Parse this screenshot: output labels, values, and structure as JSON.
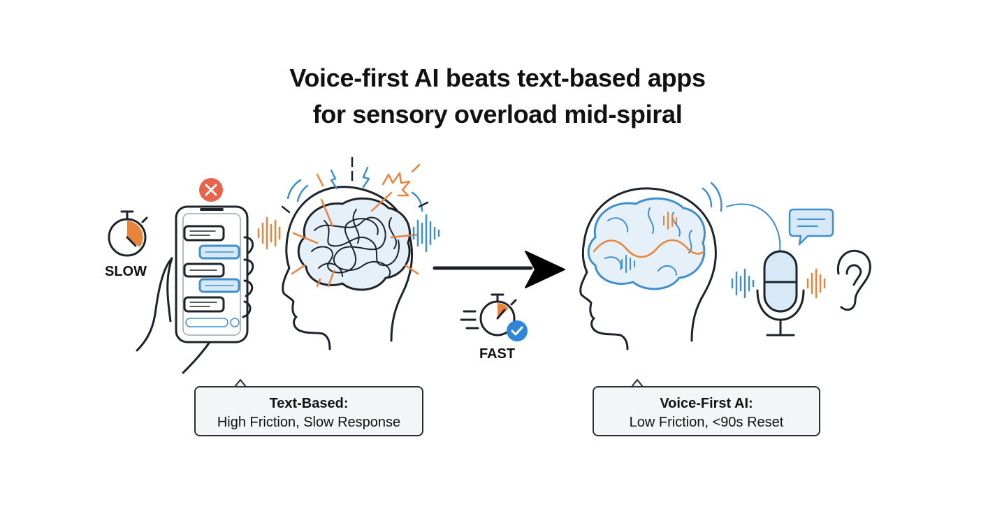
{
  "title": {
    "line1": "Voice-first AI beats text-based apps",
    "line2": "for sensory overload mid-spiral"
  },
  "labels": {
    "slow": "SLOW",
    "fast": "FAST"
  },
  "captions": {
    "text_based": {
      "heading": "Text-Based:",
      "body": "High Friction, Slow Response"
    },
    "voice_first": {
      "heading": "Voice-First AI:",
      "body": "Low Friction, <90s Reset"
    }
  },
  "colors": {
    "ink": "#1e232a",
    "accent_orange": "#e8843c",
    "accent_blue": "#3f8fd0",
    "light_blue": "#d7e9f7",
    "error_red": "#e5644b",
    "check_blue": "#2f86d6"
  },
  "icons": [
    "stopwatch-icon",
    "close-icon",
    "phone-icon",
    "chat-bubble-icon",
    "microphone-icon",
    "ear-icon",
    "arrow-right-icon",
    "checkmark-icon",
    "brain-icon"
  ]
}
